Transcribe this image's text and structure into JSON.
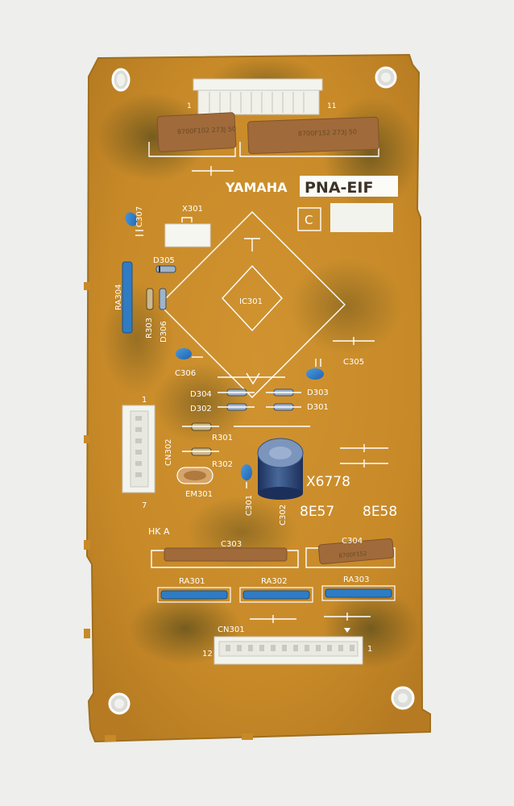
{
  "board": {
    "brand": "YAMAHA",
    "model": "PNA-EIF",
    "rev_letter": "C",
    "serial": "X6778",
    "date_code_1": "8E57",
    "date_code_2": "8E58",
    "cert_mark": "HK A",
    "colors": {
      "pcb": "#c88a28",
      "pcb_dark": "#8b6a20",
      "connector": "#f4f4ef",
      "resistor_array": "#2f7cc4",
      "cap_body": "#9b6a3c",
      "silkscreen": "#ffffff"
    }
  },
  "labels": {
    "c307": "C307",
    "x301": "X301",
    "d305": "D305",
    "ra304": "RA304",
    "r303": "R303",
    "d306": "D306",
    "ic301": "IC301",
    "c306": "C306",
    "c305": "C305",
    "d304": "D304",
    "d302": "D302",
    "d303": "D303",
    "d301": "D301",
    "r301": "R301",
    "r302": "R302",
    "cn302": "CN302",
    "em301": "EM301",
    "c301": "C301",
    "c302": "C302",
    "c303": "C303",
    "c304": "C304",
    "ra301": "RA301",
    "ra302": "RA302",
    "ra303": "RA303",
    "cn301": "CN301",
    "pin_1_top": "1",
    "pin_11_top": "11",
    "pin_1_cn302": "1",
    "pin_7_cn302": "7",
    "pin_12_cn301": "12",
    "pin_1_cn301": "1",
    "ic_notch": "I"
  },
  "component_markings": {
    "top_cap_left": "8700F102 273J 50",
    "top_cap_right": "8700F152 273J 50",
    "c304_mark": "8700F152"
  }
}
